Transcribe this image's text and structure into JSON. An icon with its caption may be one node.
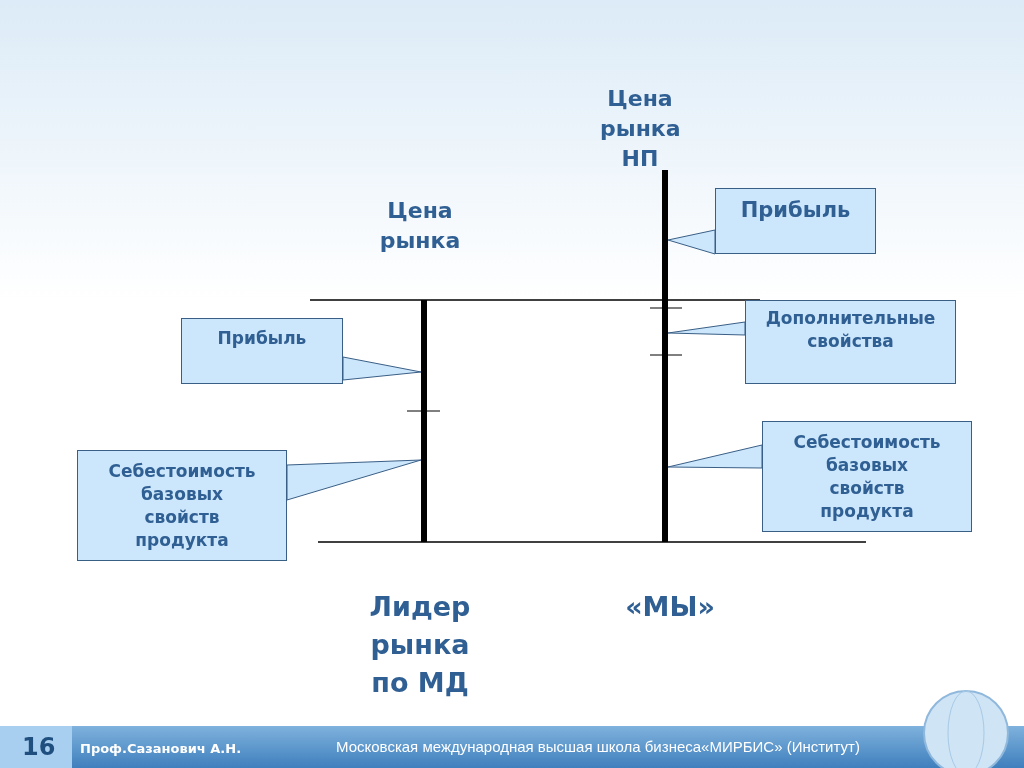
{
  "diagram": {
    "nodes": [
      {
        "text": [],
        "shape": "bar"
      },
      {
        "text": [],
        "shape": "bar"
      },
      {
        "text": [
          "Прибыль"
        ]
      },
      {
        "text": [
          "Себестоимость базовых свойств продукта"
        ]
      },
      {
        "text": [
          "Прибыль"
        ]
      },
      {
        "text": [
          "Дополнительные свойства"
        ]
      },
      {
        "text": [
          "Себестоимость базовых свойств продукта"
        ]
      }
    ],
    "edges": [
      {
        "from": 2,
        "to": 0,
        "arrow": "none"
      },
      {
        "from": 3,
        "to": 0,
        "arrow": "none"
      },
      {
        "from": 4,
        "to": 1,
        "arrow": "none"
      },
      {
        "from": 5,
        "to": 1,
        "arrow": "none"
      },
      {
        "from": 6,
        "to": 1,
        "arrow": "none"
      }
    ],
    "labels": [
      "Цена рынка НП",
      "Цена рынка",
      "Лидер рынка по МД",
      "«МЫ»",
      "16",
      "Проф.Сазанович А.Н.",
      "Московская международная высшая школа бизнеса«МИРБИС» (Институт)"
    ]
  }
}
